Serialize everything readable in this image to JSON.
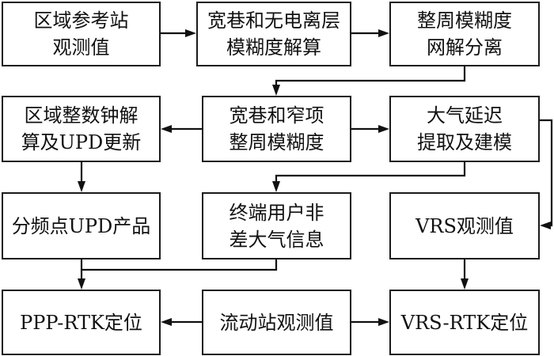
{
  "diagram": {
    "type": "flowchart",
    "nodes": [
      {
        "id": "b1",
        "lines": [
          "区域参考站",
          "观测值"
        ]
      },
      {
        "id": "b2",
        "lines": [
          "宽巷和无电离层",
          "模糊度解算"
        ]
      },
      {
        "id": "b3",
        "lines": [
          "整周模糊度",
          "网解分离"
        ]
      },
      {
        "id": "b4",
        "lines": [
          "区域整数钟解",
          "算及UPD更新"
        ]
      },
      {
        "id": "b5",
        "lines": [
          "宽巷和窄项",
          "整周模糊度"
        ]
      },
      {
        "id": "b6",
        "lines": [
          "大气延迟",
          "提取及建模"
        ]
      },
      {
        "id": "b7",
        "lines": [
          "分频点UPD产品"
        ]
      },
      {
        "id": "b8",
        "lines": [
          "终端用户非",
          "差大气信息"
        ]
      },
      {
        "id": "b9",
        "lines": [
          "VRS观测值"
        ]
      },
      {
        "id": "b10",
        "lines": [
          "PPP-RTK定位"
        ]
      },
      {
        "id": "b11",
        "lines": [
          "流动站观测值"
        ]
      },
      {
        "id": "b12",
        "lines": [
          "VRS-RTK定位"
        ]
      }
    ],
    "edges": [
      {
        "from": "b1",
        "to": "b2"
      },
      {
        "from": "b2",
        "to": "b3"
      },
      {
        "from": "b3",
        "to": "b5"
      },
      {
        "from": "b5",
        "to": "b4"
      },
      {
        "from": "b5",
        "to": "b6"
      },
      {
        "from": "b4",
        "to": "b7"
      },
      {
        "from": "b6",
        "to": "b8"
      },
      {
        "from": "b6",
        "to": "b9"
      },
      {
        "from": "b7",
        "to": "b10"
      },
      {
        "from": "b8",
        "to": "b10"
      },
      {
        "from": "b9",
        "to": "b12"
      },
      {
        "from": "b11",
        "to": "b10"
      },
      {
        "from": "b11",
        "to": "b12"
      }
    ]
  }
}
